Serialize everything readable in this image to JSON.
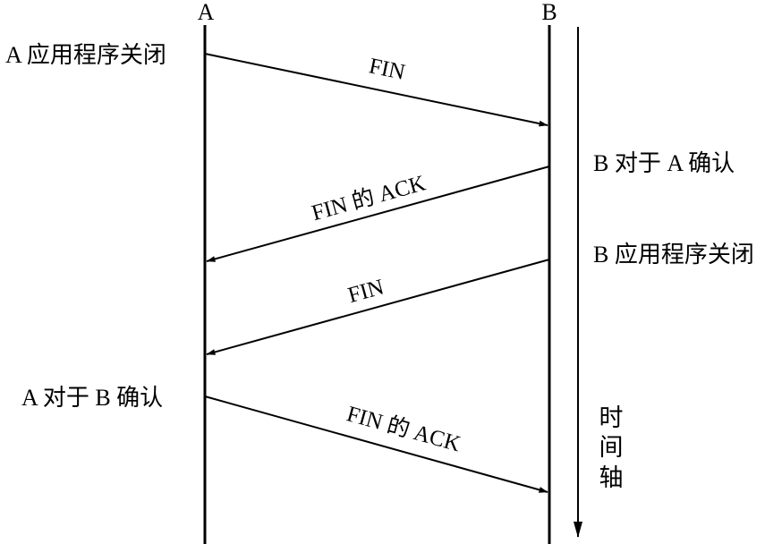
{
  "hosts": {
    "a": "A",
    "b": "B"
  },
  "events": {
    "a_close": "A 应用程序关闭",
    "b_ack": "B 对于 A 确认",
    "b_close": "B 应用程序关闭",
    "a_ack": "A 对于 B 确认"
  },
  "messages": [
    {
      "label": "FIN",
      "from": "A",
      "to": "B"
    },
    {
      "label": "FIN 的 ACK",
      "from": "B",
      "to": "A"
    },
    {
      "label": "FIN",
      "from": "B",
      "to": "A"
    },
    {
      "label": "FIN 的 ACK",
      "from": "A",
      "to": "B"
    }
  ],
  "time_axis": {
    "chars": [
      "时",
      "间",
      "轴"
    ]
  },
  "colors": {
    "line": "#000000",
    "background": "#ffffff"
  }
}
